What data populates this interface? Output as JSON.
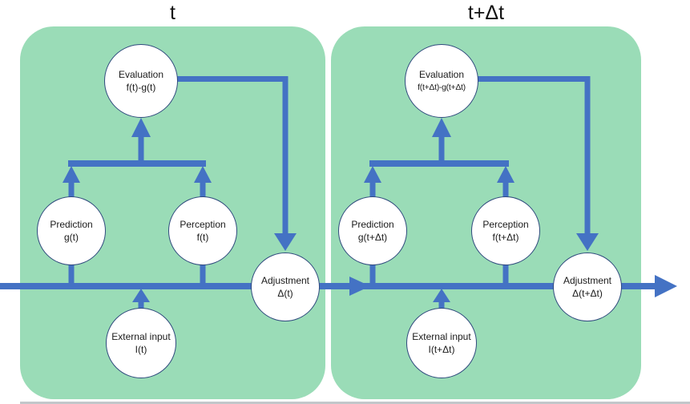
{
  "diagram": {
    "blocks": [
      {
        "title": "t",
        "nodes": {
          "evaluation": {
            "line1": "Evaluation",
            "line2": "f(t)-g(t)"
          },
          "prediction": {
            "line1": "Prediction",
            "line2": "g(t)"
          },
          "perception": {
            "line1": "Perception",
            "line2": "f(t)"
          },
          "adjustment": {
            "line1": "Adjustment",
            "line2": "Δ(t)"
          },
          "external_input": {
            "line1": "External input",
            "line2": "I(t)"
          }
        }
      },
      {
        "title": "t+Δt",
        "nodes": {
          "evaluation": {
            "line1": "Evaluation",
            "line2": "f(t+Δt)-g(t+Δt)"
          },
          "prediction": {
            "line1": "Prediction",
            "line2": "g(t+Δt)"
          },
          "perception": {
            "line1": "Perception",
            "line2": "f(t+Δt)"
          },
          "adjustment": {
            "line1": "Adjustment",
            "line2": "Δ(t+Δt)"
          },
          "external_input": {
            "line1": "External input",
            "line2": "I(t+Δt)"
          }
        }
      }
    ],
    "colors": {
      "block_fill": "#9ADCB7",
      "arrow_blue": "#4472C4",
      "circle_border": "#2F4A7D",
      "circle_fill": "#FFFFFF",
      "text": "#1A1A1A",
      "baseline_grey": "#C2C7CA"
    }
  }
}
